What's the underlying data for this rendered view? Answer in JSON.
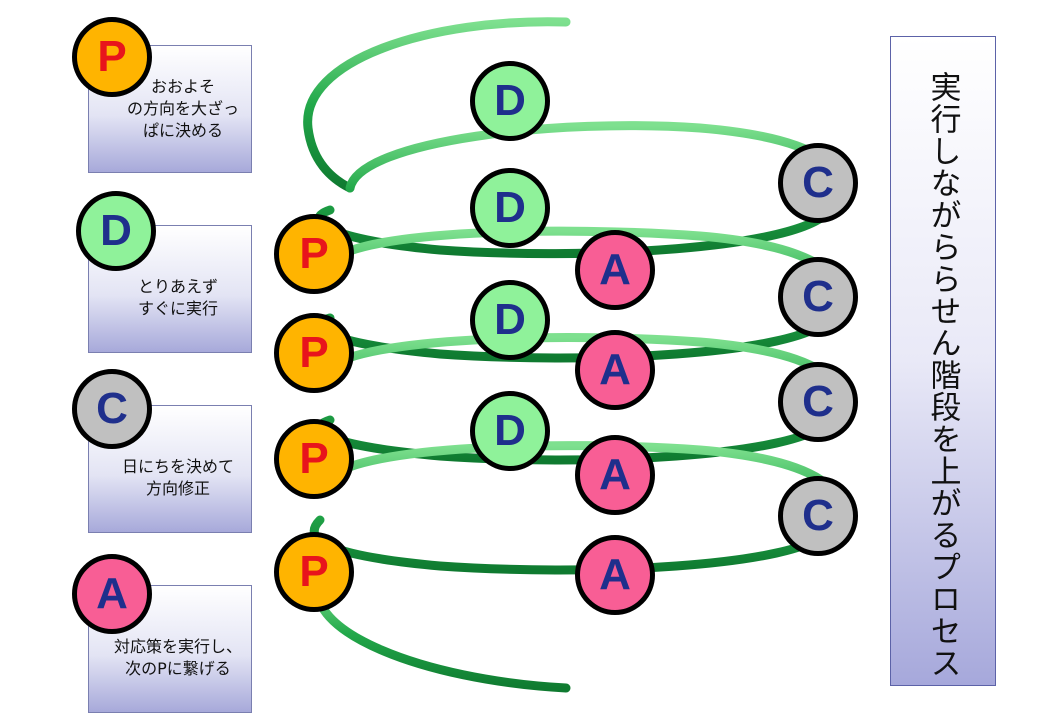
{
  "legend": [
    {
      "letter": "P",
      "text": "おおよそ\nの方向を大ざっ\nぱに決める"
    },
    {
      "letter": "D",
      "text": "とりあえず\nすぐに実行"
    },
    {
      "letter": "C",
      "text": "日にちを決めて\n方向修正"
    },
    {
      "letter": "A",
      "text": "対応策を実行し、\n次のPに繋げる"
    }
  ],
  "spiral": {
    "p_circles": [
      "P",
      "P",
      "P",
      "P"
    ],
    "d_circles": [
      "D",
      "D",
      "D",
      "D"
    ],
    "a_circles": [
      "A",
      "A",
      "A",
      "A"
    ],
    "c_circles": [
      "C",
      "C",
      "C",
      "C"
    ]
  },
  "side_title": "実行しながららせん階段を上がるプロセス",
  "colors": {
    "p": "#ffb400",
    "d": "#8ff29a",
    "c": "#c0c0c0",
    "a": "#f85e95",
    "letter_red": "#e8141c",
    "letter_navy": "#1f2f8c",
    "spiral_green": "#22a84a"
  }
}
